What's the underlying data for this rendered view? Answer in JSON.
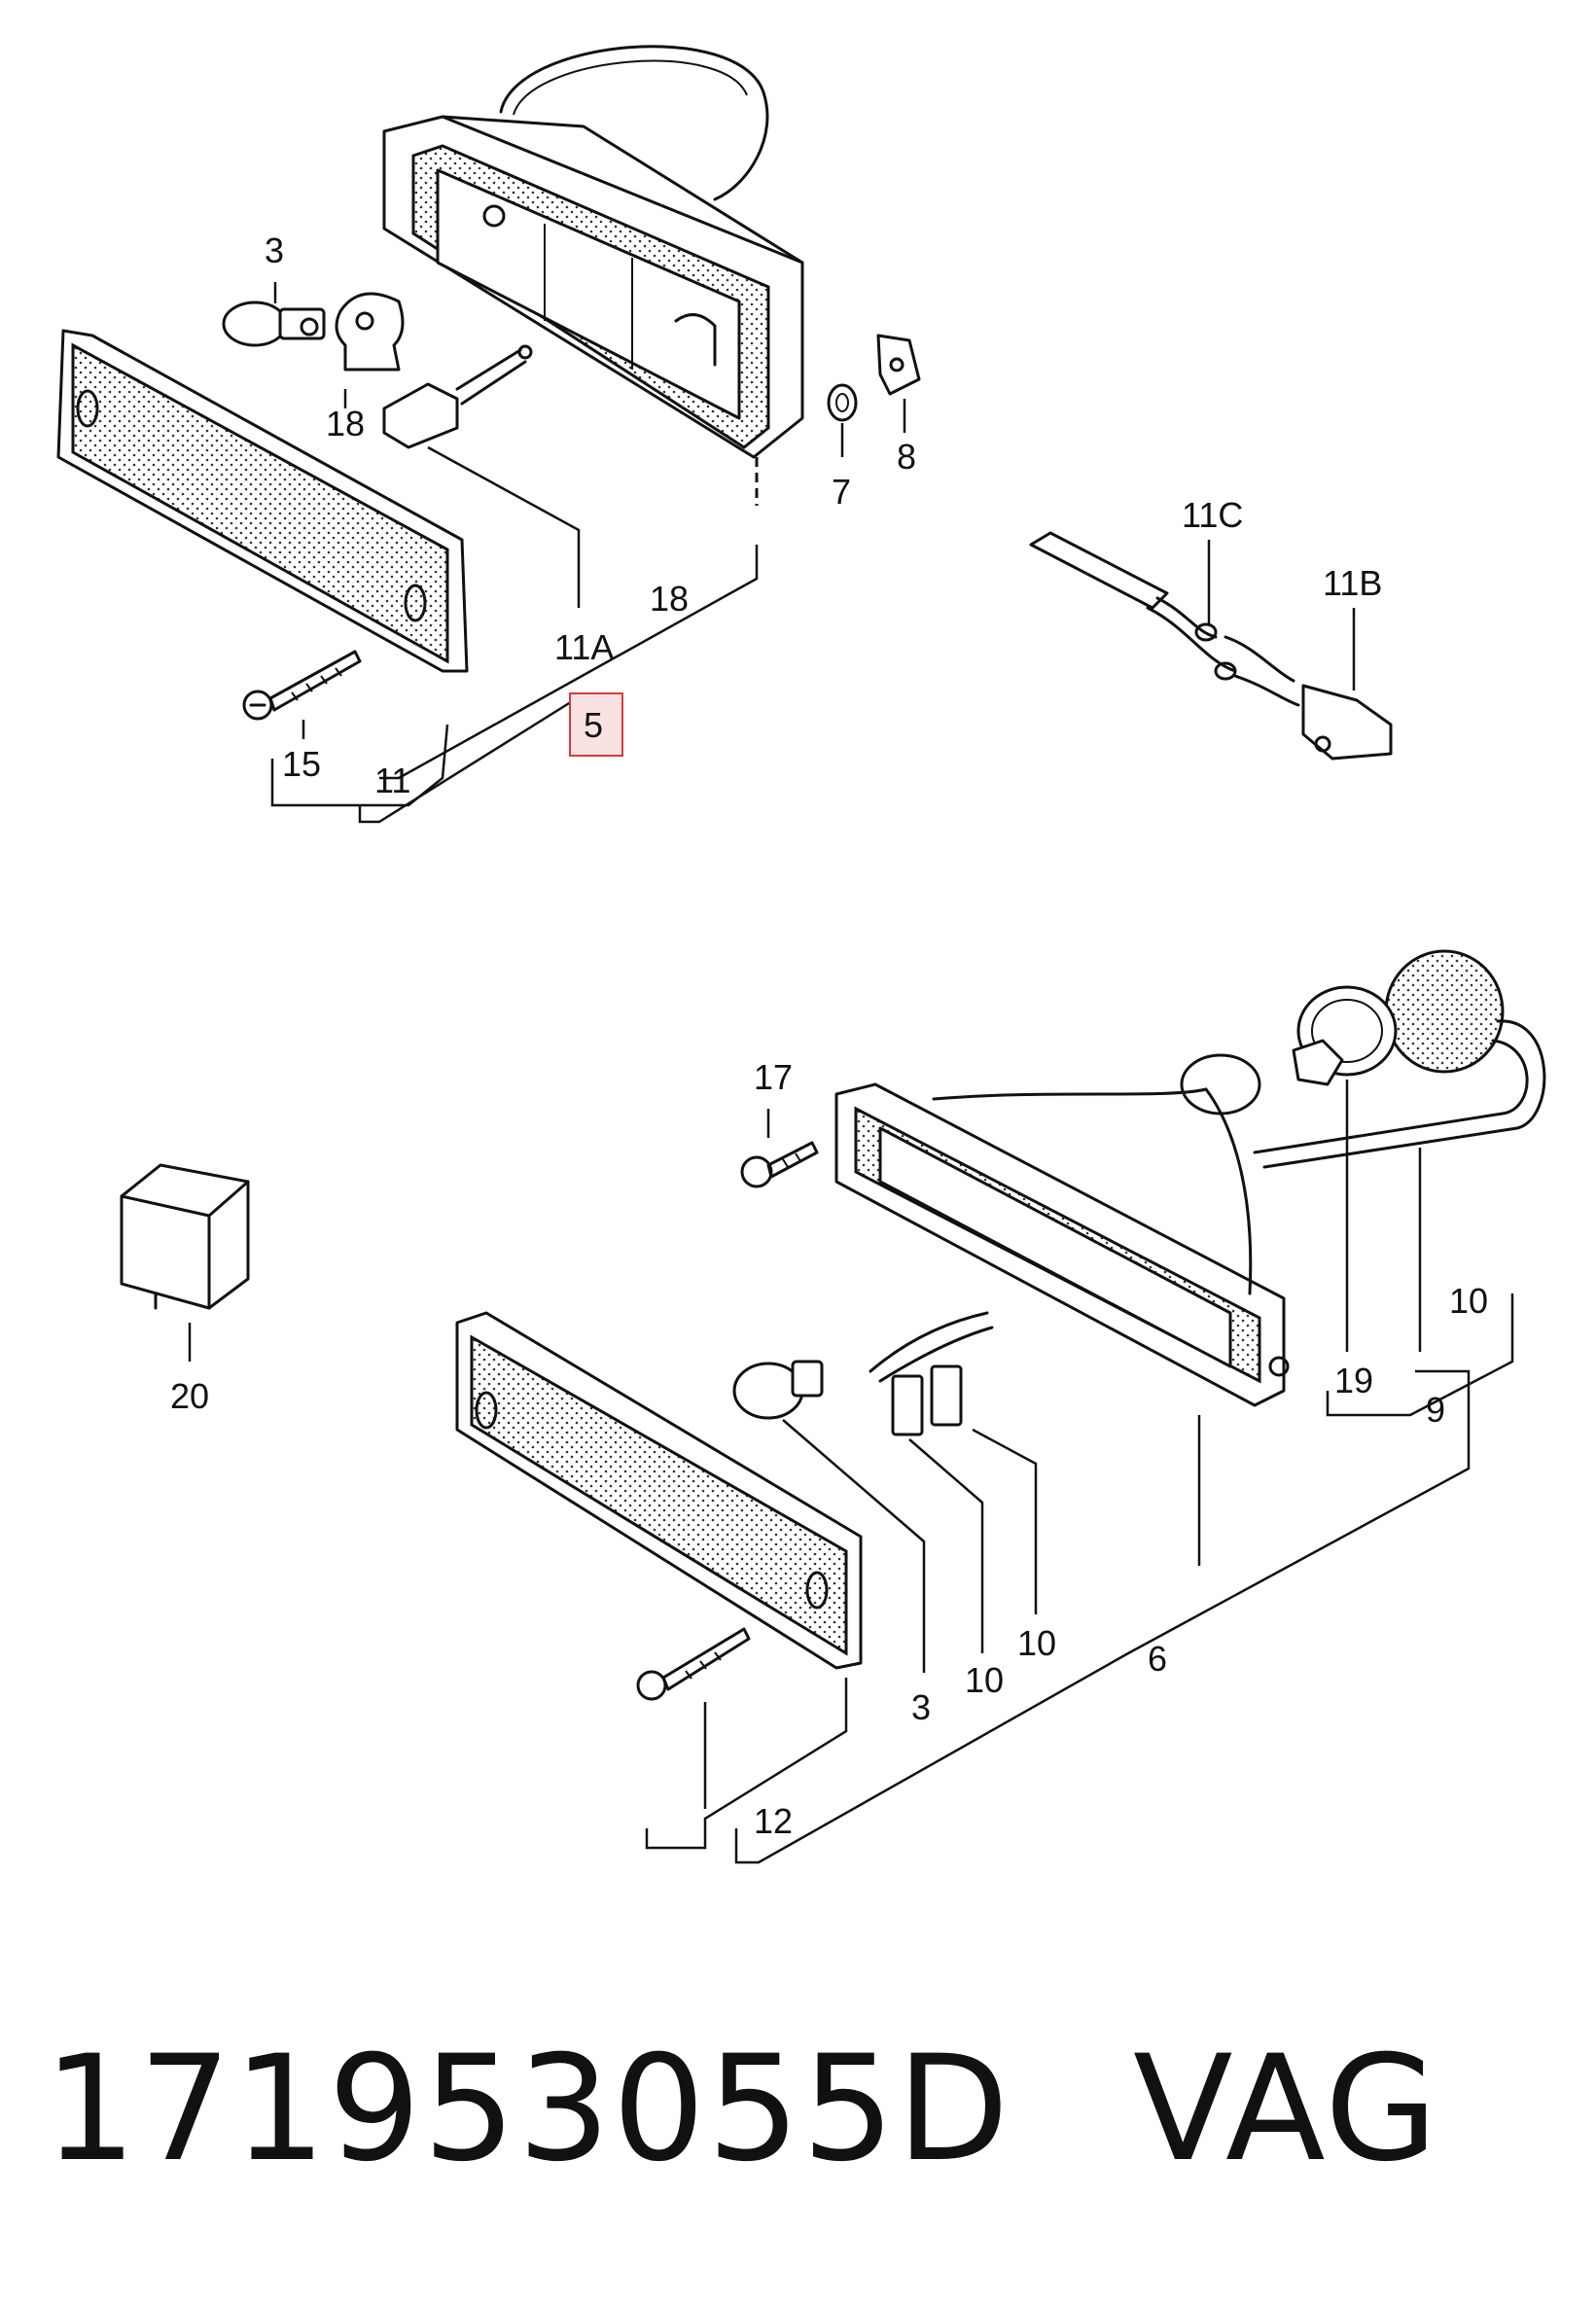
{
  "labels": {
    "top": {
      "bulb": "3",
      "holder": "18",
      "connector": "11A",
      "housing": "18",
      "washer": "7",
      "clip": "8",
      "screw": "15",
      "lens_group": "11",
      "highlight": "5",
      "wire_top": "11C",
      "plug": "11B"
    },
    "bottom": {
      "screw": "17",
      "relay": "20",
      "bulb": "3",
      "term_a": "10",
      "term_b": "10",
      "assembly": "6",
      "lens_group": "12",
      "socket": "19",
      "harness": "10",
      "harness_group": "9"
    }
  },
  "footer": {
    "part_number": "171953055D",
    "brand": "VAG"
  },
  "colors": {
    "highlight_border": "#d43c3c",
    "highlight_fill": "#fbe2e2",
    "ink": "#111111"
  }
}
